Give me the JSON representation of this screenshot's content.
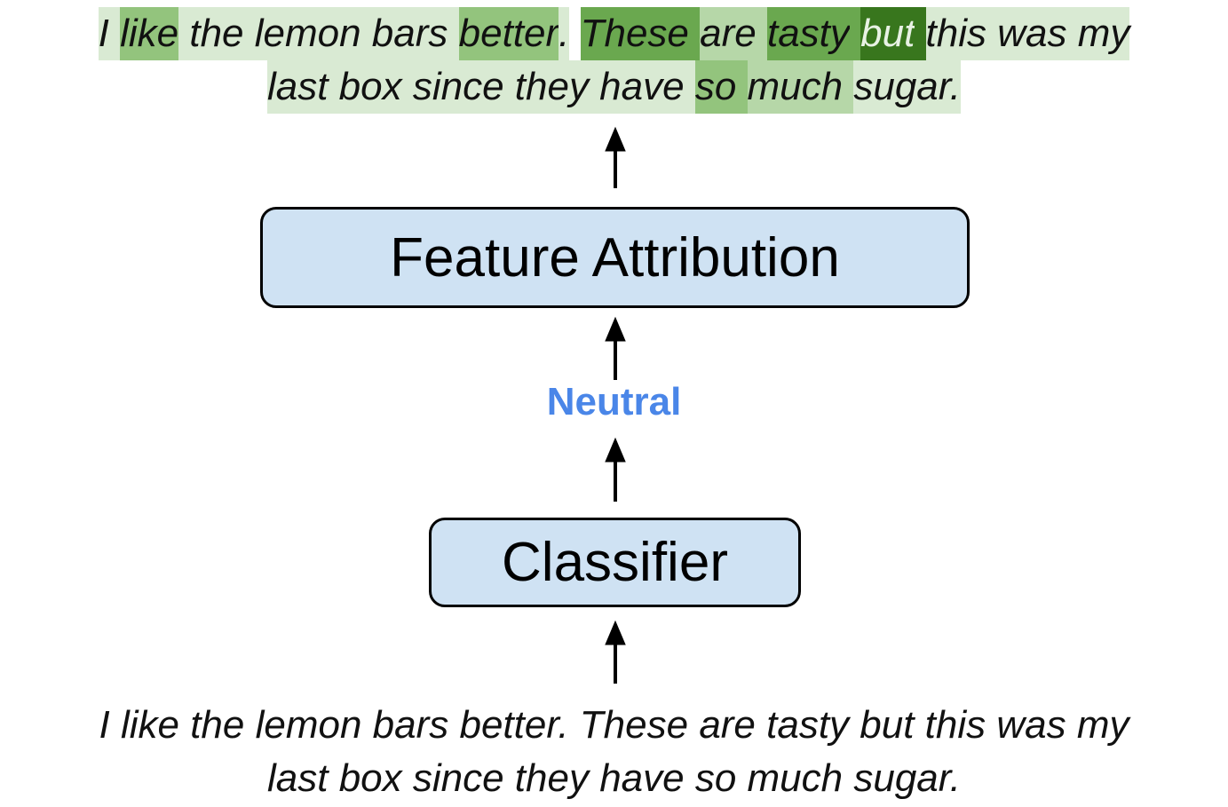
{
  "attribution_output": {
    "lines": [
      [
        {
          "text": "I",
          "shade": 1
        },
        {
          "text": " ",
          "shade": 1
        },
        {
          "text": "like",
          "shade": 3
        },
        {
          "text": " the lemon bars ",
          "shade": 1
        },
        {
          "text": "better",
          "shade": 3
        },
        {
          "text": ".",
          "shade": 1
        },
        {
          "text": " ",
          "shade": 0
        },
        {
          "text": "These",
          "shade": 4
        },
        {
          "text": " ",
          "shade": 4
        },
        {
          "text": "are",
          "shade": 2
        },
        {
          "text": " ",
          "shade": 2
        },
        {
          "text": "tasty",
          "shade": 4
        },
        {
          "text": " ",
          "shade": 4
        },
        {
          "text": "but",
          "shade": 5
        },
        {
          "text": " ",
          "shade": 5
        },
        {
          "text": "this was my",
          "shade": 1
        }
      ],
      [
        {
          "text": "last box since they have ",
          "shade": 1
        },
        {
          "text": "so",
          "shade": 3
        },
        {
          "text": " ",
          "shade": 3
        },
        {
          "text": "much",
          "shade": 2
        },
        {
          "text": " ",
          "shade": 2
        },
        {
          "text": "sugar.",
          "shade": 1
        }
      ]
    ],
    "shade_colors": [
      "#ffffff",
      "#d9ead3",
      "#b6d7a8",
      "#93c47d",
      "#6aa84f",
      "#38761d"
    ],
    "light_text_shade": 5,
    "light_text_color": "#e8f2e4"
  },
  "feature_attribution_box": {
    "label": "Feature Attribution"
  },
  "prediction_label": {
    "text": "Neutral",
    "color": "#4a86e8"
  },
  "classifier_box": {
    "label": "Classifier"
  },
  "input_text": {
    "line1": "I like the lemon bars better. These are tasty but this was my",
    "line2": "last box since they have so much sugar."
  }
}
